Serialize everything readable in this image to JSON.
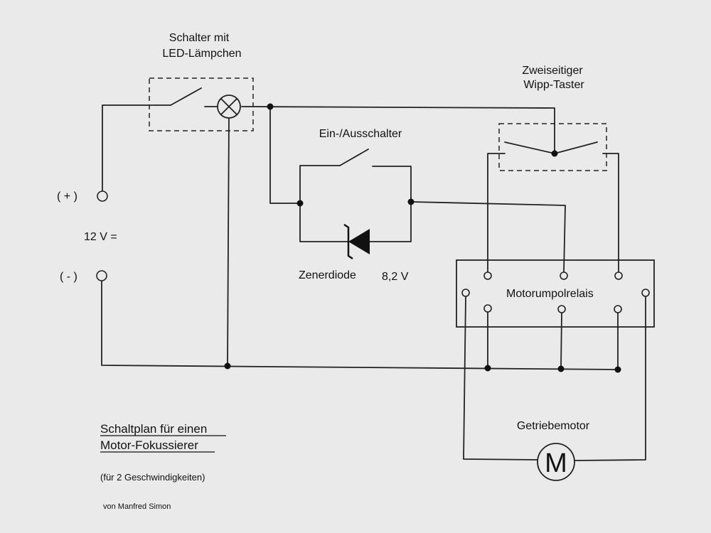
{
  "labels": {
    "switch_led_line1": "Schalter mit",
    "switch_led_line2": "LED-Lämpchen",
    "rocker_line1": "Zweiseitiger",
    "rocker_line2": "Wipp-Taster",
    "onoff": "Ein-/Ausschalter",
    "plus": "( + )",
    "minus": "( - )",
    "voltage": "12 V =",
    "zener": "Zenerdiode",
    "zener_value": "8,2 V",
    "relay": "Motorumpolrelais",
    "motor_name": "Getriebemotor",
    "motor_symbol": "M",
    "title_line1": "Schaltplan für einen",
    "title_line2": "Motor-Fokussierer",
    "subtitle": "(für 2 Geschwindigkeiten)",
    "author": "von Manfred Simon"
  },
  "colors": {
    "background": "#eaeaea",
    "ink": "#222222"
  },
  "icons": {
    "lamp": "circle-with-x",
    "zener": "zener-diode-symbol",
    "motor": "circle-with-M"
  }
}
